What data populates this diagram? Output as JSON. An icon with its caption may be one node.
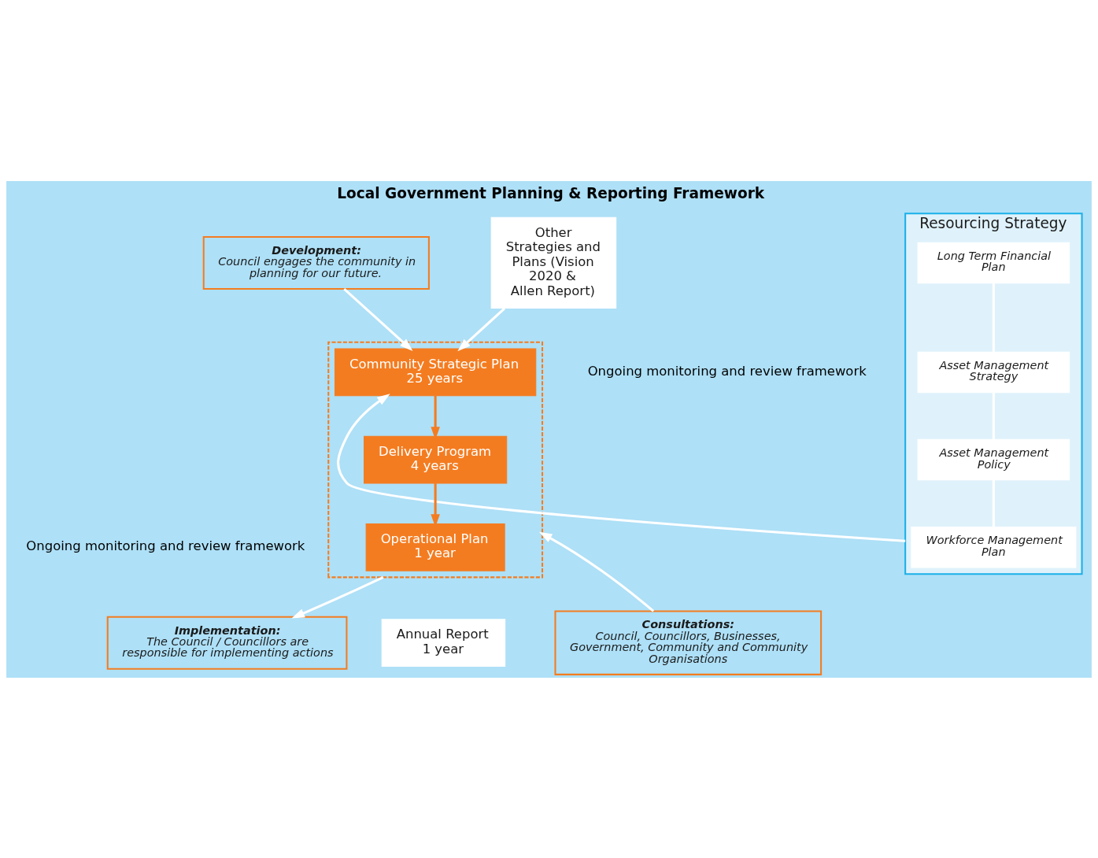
{
  "diagram": {
    "title": "Local Government Planning & Reporting Framework",
    "nodes": [
      {
        "text": [
          "Development:",
          "Council engages the community in planning for our future."
        ]
      },
      {
        "text": [
          "Other Strategies and Plans (Vision 2020 & Allen Report)"
        ]
      },
      {
        "text": [
          "Resourcing Strategy"
        ]
      },
      {
        "text": [
          "Long Term Financial Plan"
        ],
        "in": 2
      },
      {
        "text": [
          "Asset Management Strategy"
        ],
        "in": 2
      },
      {
        "text": [
          "Asset Management Policy"
        ],
        "in": 2
      },
      {
        "text": [
          "Workforce Management Plan"
        ],
        "in": 2
      },
      {
        "text": [],
        "shape": "box"
      },
      {
        "text": [
          "Community Strategic Plan 25 years"
        ],
        "in": 7
      },
      {
        "text": [
          "Delivery Program 4 years"
        ],
        "in": 7
      },
      {
        "text": [
          "Operational Plan 1 year"
        ],
        "in": 7
      },
      {
        "text": [
          "Annual Report 1 year"
        ]
      },
      {
        "text": [
          "Consultations:",
          "Council, Councillors, Businesses, Government, Community and Community Organisations"
        ]
      },
      {
        "text": [
          "Implementation:",
          "The Council / Councillors are responsible for implementing actions"
        ]
      }
    ],
    "edges": [
      {
        "from": 0,
        "to": 8,
        "arrow": "to"
      },
      {
        "from": 1,
        "to": 8,
        "arrow": "to"
      },
      {
        "from": 2,
        "to": 8,
        "arrow": "to"
      },
      {
        "from": 3,
        "to": 4,
        "arrow": "none"
      },
      {
        "from": 4,
        "to": 5,
        "arrow": "none"
      },
      {
        "from": 5,
        "to": 6,
        "arrow": "none"
      },
      {
        "from": 8,
        "to": 9,
        "arrow": "to",
        "color": "#f47c20"
      },
      {
        "from": 9,
        "to": 10,
        "arrow": "to",
        "color": "#f47c20"
      },
      {
        "from": 12,
        "to": 7,
        "arrow": "to"
      },
      {
        "from": 7,
        "to": 13,
        "arrow": "to"
      }
    ],
    "labels": [
      "Ongoing monitoring and review framework",
      "Ongoing monitoring and review framework"
    ]
  }
}
